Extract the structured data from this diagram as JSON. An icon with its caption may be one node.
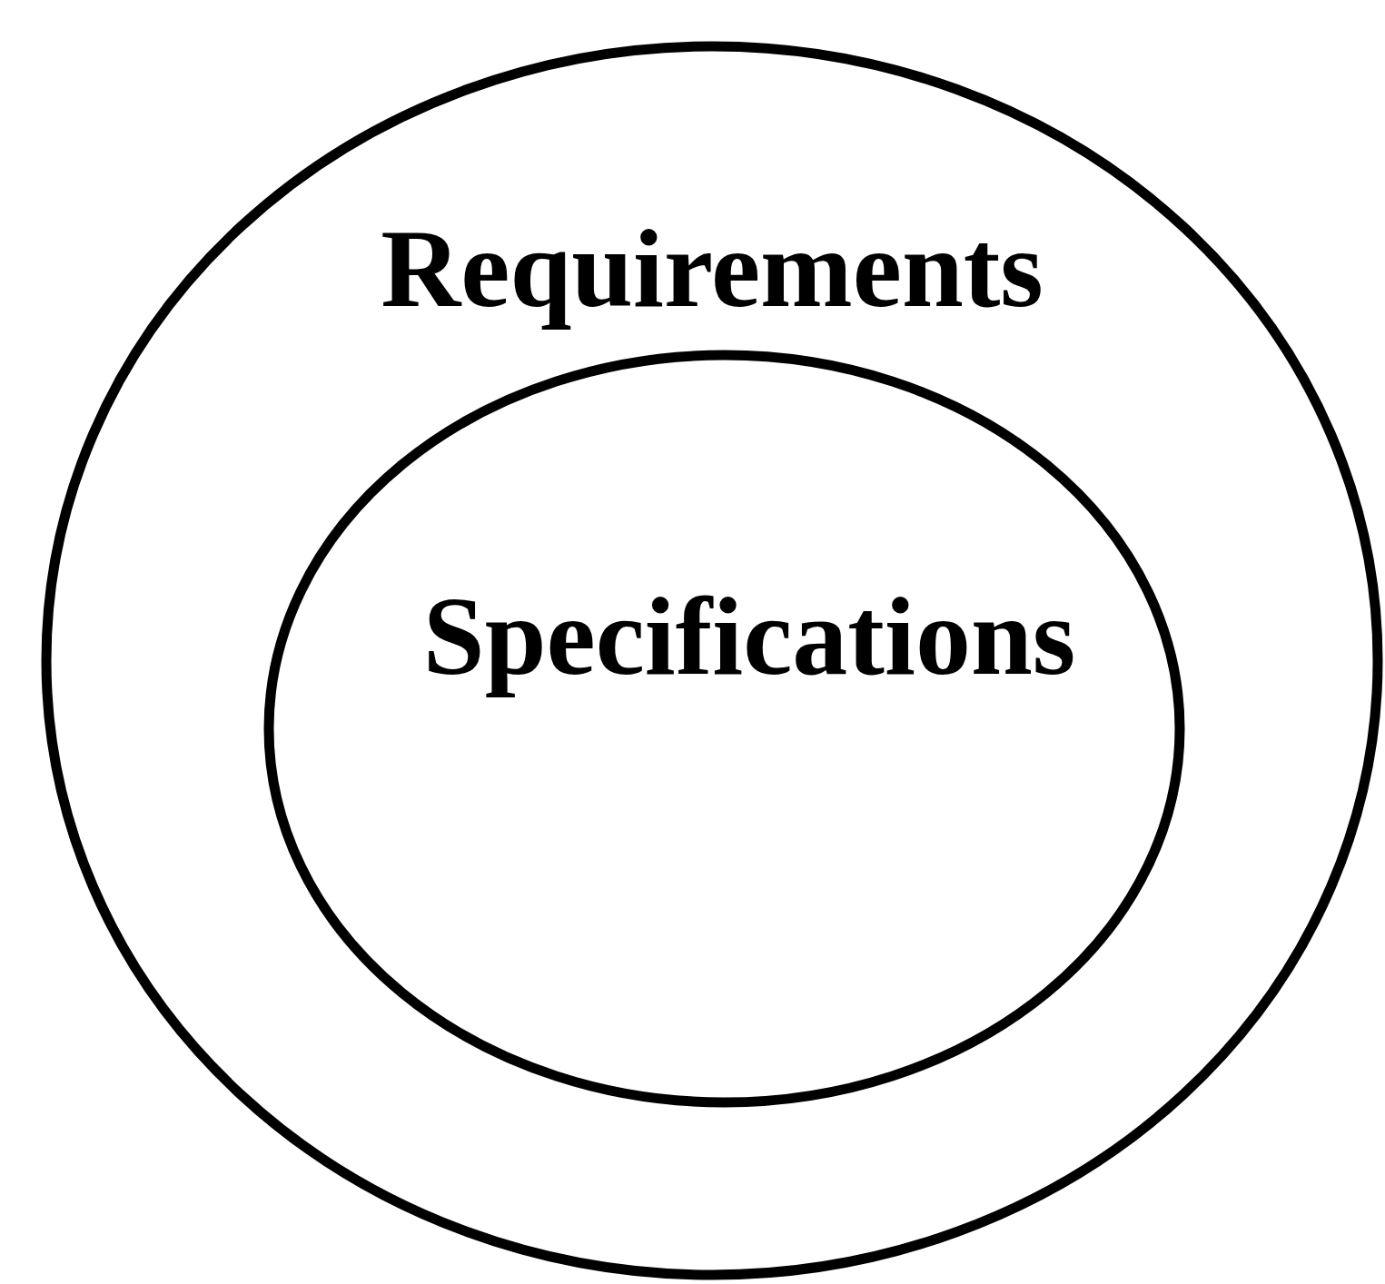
{
  "diagram": {
    "nodes": [
      {
        "text": [
          "Requirements"
        ]
      },
      {
        "text": [
          "Specifications"
        ],
        "in": 0
      }
    ]
  }
}
